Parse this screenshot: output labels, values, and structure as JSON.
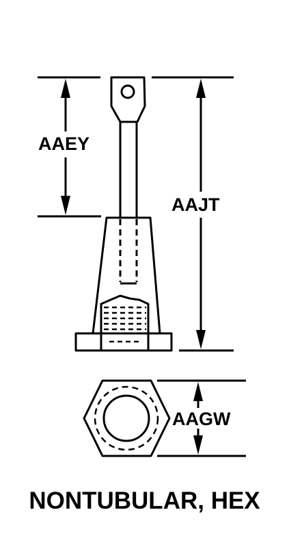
{
  "dimensions": {
    "top_length": "AAEY",
    "overall_length": "AAJT",
    "hex_width": "AAGW"
  },
  "caption": "NONTUBULAR, HEX",
  "colors": {
    "ink": "#000000",
    "paper": "#ffffff"
  }
}
